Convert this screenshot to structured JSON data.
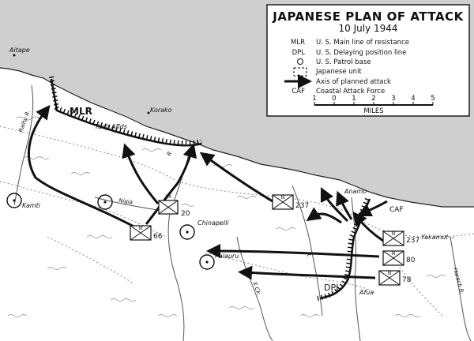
{
  "legend": {
    "title": "JAPANESE PLAN OF ATTACK",
    "date": "10 July 1944",
    "items": [
      {
        "key": "MLR",
        "text": "U. S. Main line of resistance"
      },
      {
        "key": "DPL",
        "text": "U. S. Delaying position line"
      },
      {
        "key": "",
        "symbol": "patrol-base",
        "text": "U. S. Patrol base"
      },
      {
        "key": "",
        "symbol": "japanese-unit",
        "text": "Japanese unit"
      },
      {
        "key": "",
        "symbol": "axis-arrow",
        "text": "Axis of planned attack"
      },
      {
        "key": "CAF",
        "text": "Coastal Attack Force"
      }
    ],
    "scale": {
      "ticks": [
        "1",
        "0",
        "1",
        "2",
        "3",
        "4",
        "5"
      ],
      "unit": "MILES"
    }
  },
  "places": {
    "aitape": "Aitape",
    "korako": "Korako",
    "tadji": "Tadji Aflds",
    "anamo": "Anamo",
    "kamti": "Kamti",
    "chinapelli": "Chinapelli",
    "palauru": "Palauru",
    "yakamul": "Yakamul",
    "afua": "Afua"
  },
  "rivers": {
    "raihu": "Raihu R.",
    "nigia": "Nigia",
    "niumen": "R.",
    "x_creek": "X Ck.",
    "driniumor": "R.",
    "harech": "Harech R."
  },
  "lines": {
    "mlr": "MLR",
    "dpl": "DPL",
    "caf": "CAF"
  },
  "units": [
    {
      "id": "20",
      "echelon": "XX"
    },
    {
      "id": "66",
      "echelon": "III"
    },
    {
      "id": "237",
      "echelon": "III",
      "where": "center"
    },
    {
      "id": "237",
      "echelon": "III",
      "where": "east"
    },
    {
      "id": "80",
      "echelon": "III"
    },
    {
      "id": "78",
      "echelon": "III"
    }
  ]
}
